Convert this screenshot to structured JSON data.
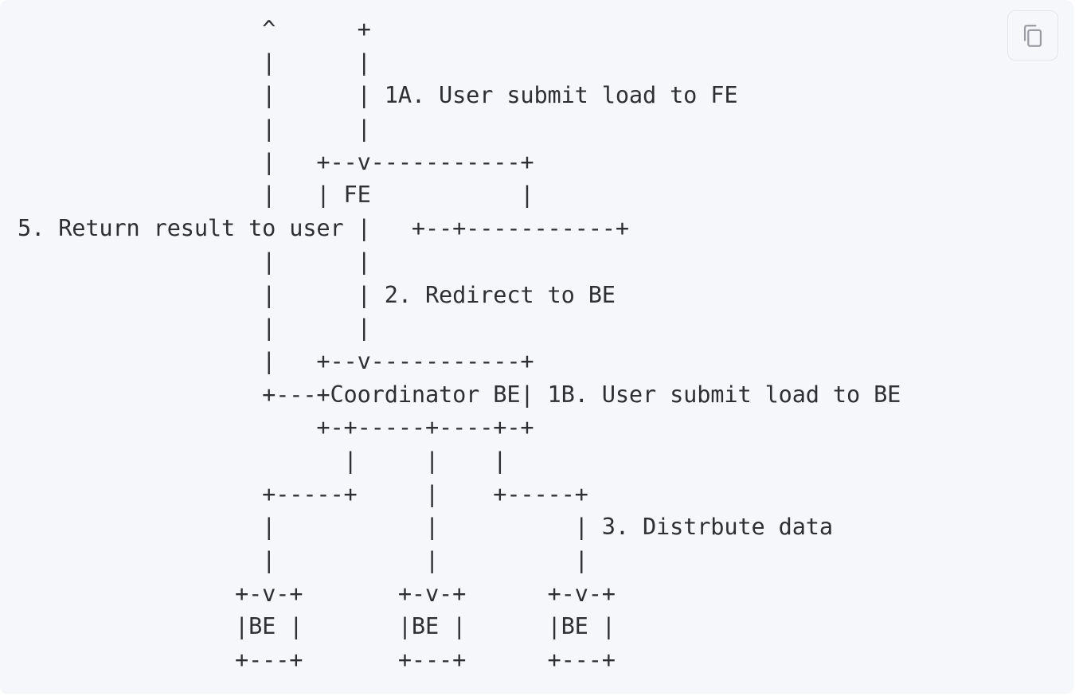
{
  "code_block": {
    "language": "text",
    "lines": [
      "                  ^      +",
      "                  |      |",
      "                  |      | 1A. User submit load to FE",
      "                  |      |",
      "                  |   +--v-----------+",
      "                  |   | FE           |",
      "5. Return result to user |   +--+-----------+",
      "                  |      |",
      "                  |      | 2. Redirect to BE",
      "                  |      |",
      "                  |   +--v-----------+",
      "                  +---+Coordinator BE| 1B. User submit load to BE",
      "                      +-+-----+----+-+",
      "                        |     |    |",
      "                  +-----+     |    +-----+",
      "                  |           |          | 3. Distrbute data",
      "                  |           |          |",
      "                +-v-+       +-v-+      +-v-+",
      "                |BE |       |BE |      |BE |",
      "                +---+       +---+      +---+"
    ]
  },
  "copy_button": {
    "icon": "copy-icon",
    "color": "#9a9ca3"
  }
}
